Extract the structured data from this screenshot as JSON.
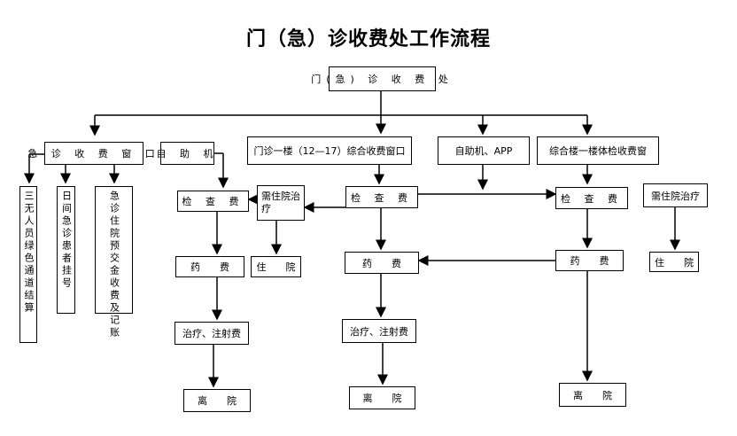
{
  "title": "门（急）诊收费处工作流程",
  "boxes": {
    "top": "门(急) 诊 收 费 处",
    "er_window": "急 诊 收 费 窗 口",
    "self_left": "自 助 机",
    "op_window": "门诊一楼（12—17）综合收费窗口",
    "self_app": "自助机、APP",
    "comp_window": "综合楼一楼体检收费窗",
    "col_three": "三无人员绿色通道结算",
    "col_day": "日间急诊患者挂号",
    "col_deposit": "急诊住院预交金收费及记账",
    "exam_left": "检 查 费",
    "hosp_treat_mid": "需住院治疗",
    "exam_mid": "检 查 费",
    "exam_right": "检 查 费",
    "hosp_treat_right": "需住院治疗",
    "drug_left": "药　　费",
    "inpatient_left": "住　　院",
    "drug_mid": "药　　费",
    "drug_right": "药　　费",
    "inpatient_right": "住　　院",
    "inject_left": "治疗、注射费",
    "inject_mid": "治疗、注射费",
    "leave_left": "离　　院",
    "leave_mid": "离　　院",
    "leave_right": "离　　院"
  },
  "colors": {
    "line": "#000000",
    "box_border": "#000000",
    "background": "#ffffff"
  }
}
